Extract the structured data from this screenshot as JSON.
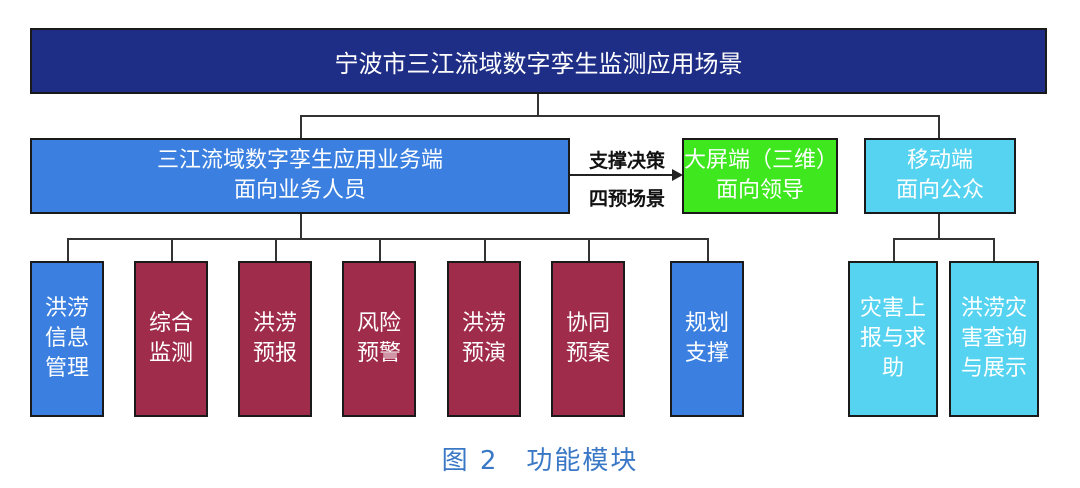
{
  "title": "宁波市三江流域数字孪生监测应用场景",
  "business": {
    "line1": "三江流域数字孪生应用业务端",
    "line2": "面向业务人员"
  },
  "arrow": {
    "top": "支撑决策",
    "bottom": "四预场景"
  },
  "bigscreen": {
    "line1": "大屏端（三维）",
    "line2": "面向领导"
  },
  "mobile": {
    "line1": "移动端",
    "line2": "面向公众"
  },
  "business_modules": [
    {
      "label": "洪涝信息管理",
      "color": "#3b80e0"
    },
    {
      "label": "综合监测",
      "color": "#a02c4b"
    },
    {
      "label": "洪涝预报",
      "color": "#a02c4b"
    },
    {
      "label": "风险预警",
      "color": "#a02c4b"
    },
    {
      "label": "洪涝预演",
      "color": "#a02c4b"
    },
    {
      "label": "协同预案",
      "color": "#a02c4b"
    },
    {
      "label": "规划支撑",
      "color": "#3b80e0"
    }
  ],
  "mobile_modules": [
    {
      "label": "灾害上报与求助",
      "color": "#56d3f0"
    },
    {
      "label": "洪涝灾害查询与展示",
      "color": "#56d3f0"
    }
  ],
  "caption": {
    "fig": "图 2",
    "text": "功能模块"
  }
}
